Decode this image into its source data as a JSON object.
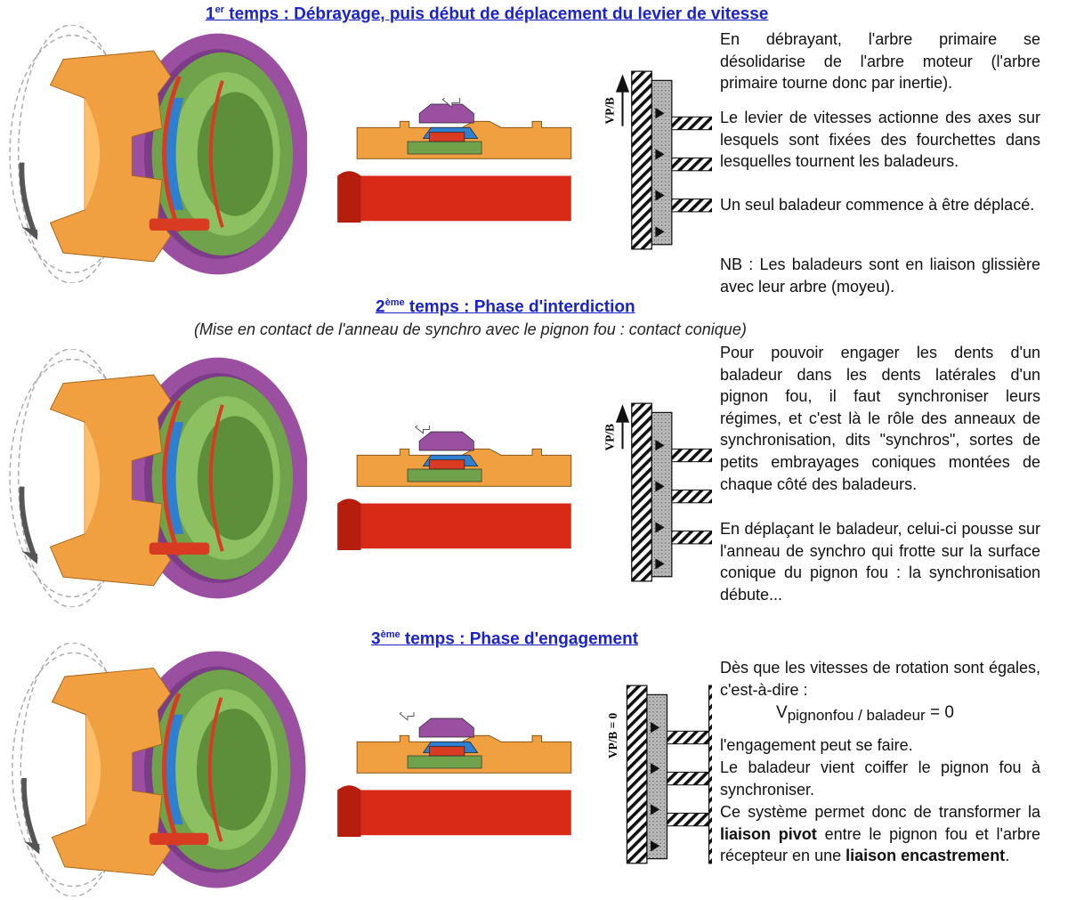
{
  "sections": [
    {
      "heading_num": "1",
      "heading_sup": "er",
      "heading_text": " temps : Débrayage, puis début de déplacement du levier de vitesse",
      "paragraphs": [
        "En débrayant, l'arbre primaire se désolidarise de l'arbre moteur (l'arbre primaire tourne donc par inertie).",
        "Le levier de vitesses actionne des axes sur lesquels sont fixées des fourchettes dans lesquelles tournent les baladeurs.",
        "Un seul baladeur commence à être déplacé.",
        "NB : Les baladeurs sont en liaison glissière avec leur arbre (moyeu)."
      ]
    },
    {
      "heading_num": "2",
      "heading_sup": "ème",
      "heading_text": " temps : Phase d'interdiction",
      "subtitle": "(Mise en contact de l'anneau de synchro avec le pignon fou : contact conique)",
      "paragraphs": [
        "Pour pouvoir engager les dents d'un baladeur dans les dents latérales d'un pignon fou, il faut synchroniser leurs régimes, et c'est là le rôle des anneaux de synchronisation, dits \"synchros\", sortes de petits embrayages coniques montées de chaque côté des baladeurs.",
        "En déplaçant le baladeur, celui-ci pousse sur l'anneau de synchro qui frotte sur la surface conique du pignon fou : la synchronisation débute..."
      ]
    },
    {
      "heading_num": "3",
      "heading_sup": "ème",
      "heading_text": " temps : Phase d'engagement",
      "paragraphs": [
        "Dès que les vitesses de rotation sont égales, c'est-à-dire :",
        "l'engagement peut se faire.",
        "Le baladeur vient coiffer le pignon fou à synchroniser.",
        "Ce système permet donc de transformer la ",
        "liaison pivot",
        " entre le pignon fou et l'arbre récepteur en une ",
        "liaison encastrement",
        "."
      ],
      "formula": {
        "v": "V",
        "sub": "pignonfou / baladeur",
        "eq": " = 0"
      }
    }
  ],
  "diagram_labels": {
    "vpb_1": "VP/B",
    "vpb_2": "VP/B",
    "vpb_3": "VP/B = 0"
  },
  "colors": {
    "heading": "#1a23c8",
    "orange": "#f0a040",
    "purple": "#9a4fa0",
    "green": "#6fa24a",
    "blue": "#2f7fd0",
    "red": "#d83a22"
  }
}
